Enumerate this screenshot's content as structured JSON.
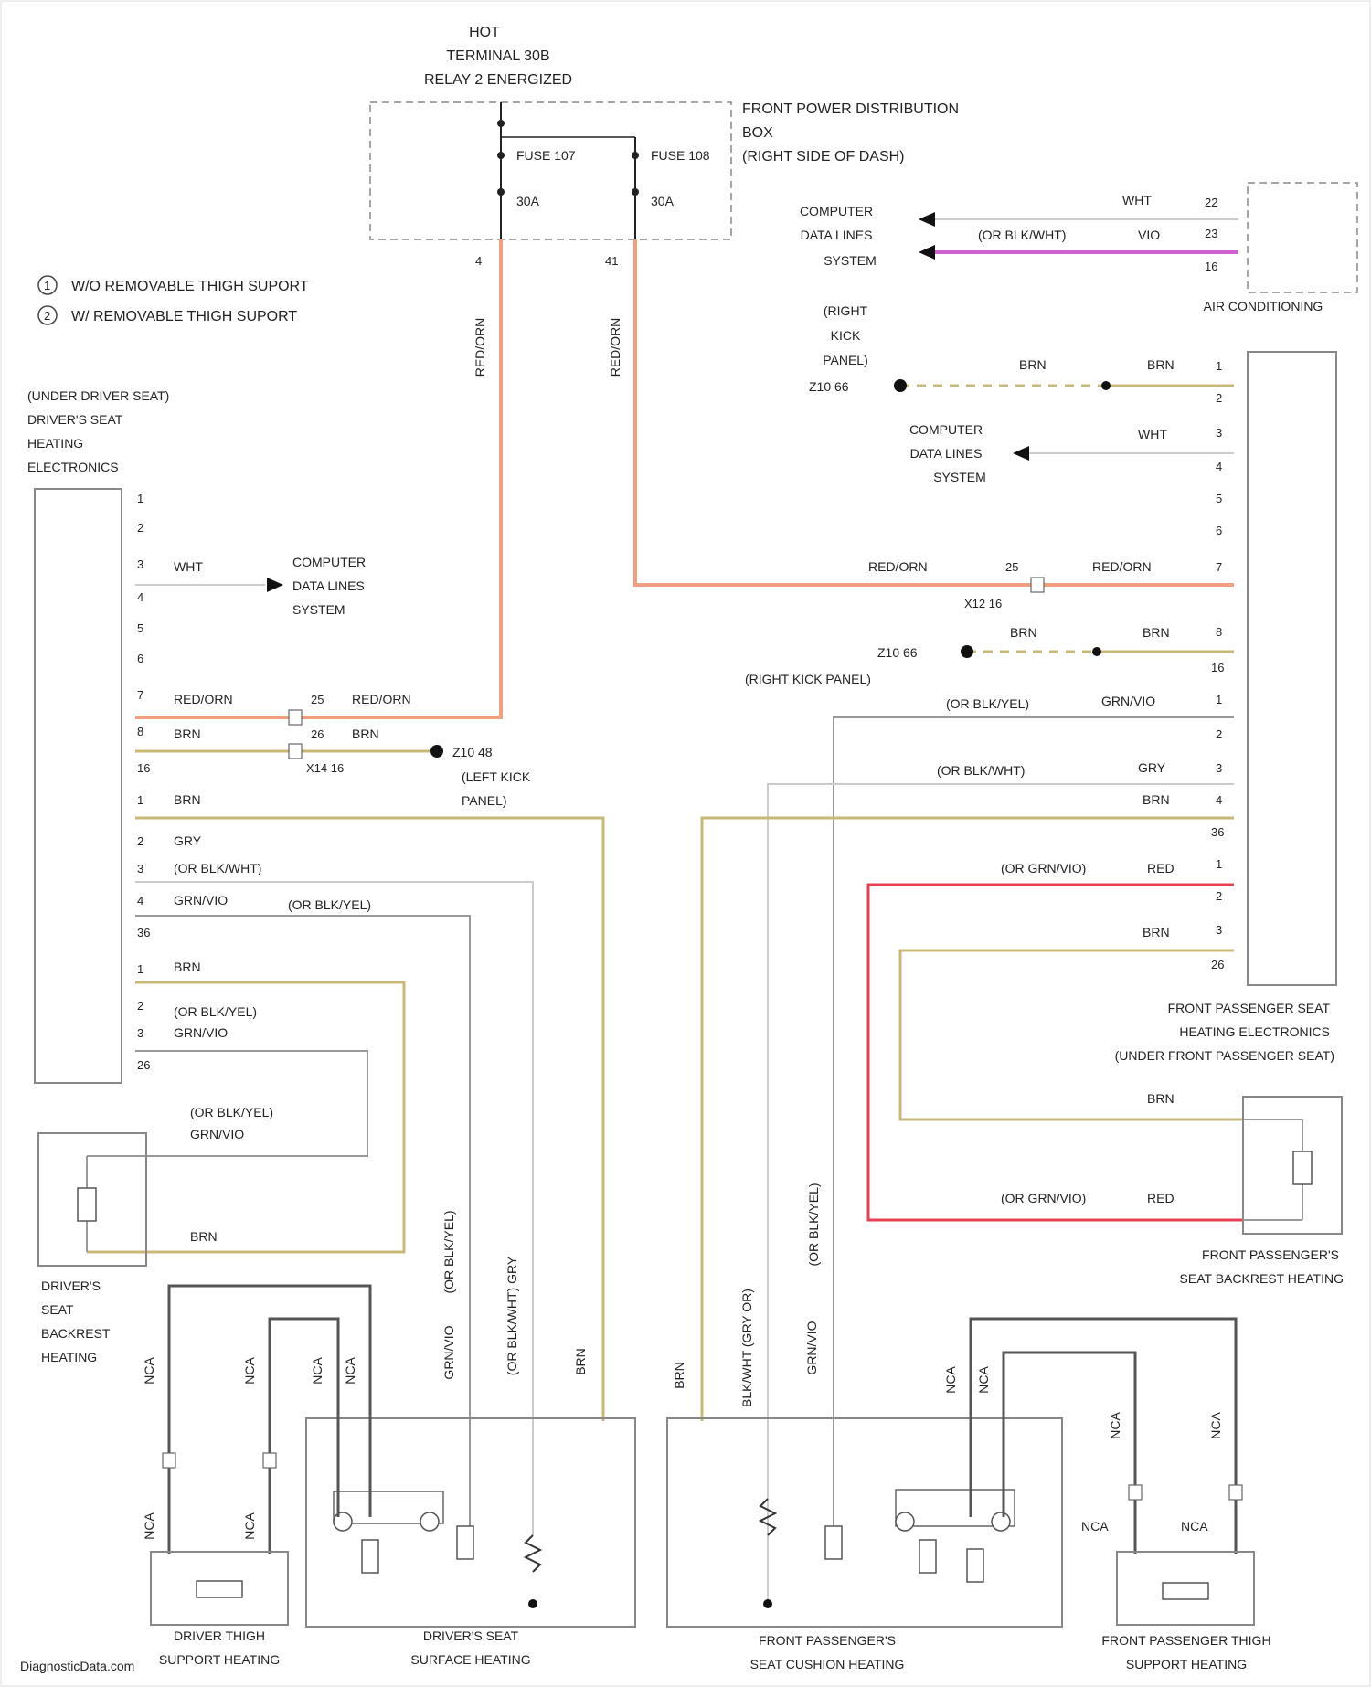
{
  "diagram": {
    "title_lines": [
      "HOT",
      "TERMINAL 30B",
      "RELAY 2 ENERGIZED"
    ],
    "power_box": {
      "name_lines": [
        "FRONT POWER DISTRIBUTION",
        "BOX",
        "(RIGHT SIDE OF DASH)"
      ],
      "fuse_a": "FUSE 107",
      "fuse_b": "FUSE 108",
      "amp_a": "30A",
      "amp_b": "30A",
      "pin_a": "4",
      "pin_b": "41"
    },
    "legend": {
      "item1": "W/O REMOVABLE THIGH SUPORT",
      "item2": "W/ REMOVABLE THIGH SUPORT",
      "mark1": "1",
      "mark2": "2"
    },
    "wire_colors": {
      "red_orn": "#f0a080",
      "brn": "#c8b878",
      "vio": "#d060d0",
      "red": "#e84050",
      "gry": "#999999",
      "nca": "#555555",
      "wht": "#cccccc",
      "frame": "#222222"
    },
    "labels": {
      "red_orn": "RED/ORN",
      "brn": "BRN",
      "wht": "WHT",
      "gry": "GRY",
      "vio": "VIO",
      "red": "RED",
      "grn_vio": "GRN/VIO",
      "or_blk_yel": "(OR BLK/YEL)",
      "or_blk_wht": "(OR BLK/WHT)",
      "or_grn_vio": "(OR GRN/VIO)",
      "nca": "NCA",
      "blk_wht_gry_or": "BLK/WHT (GRY OR)",
      "or_blk_wht_gry": "(OR BLK/WHT) GRY",
      "computer_data_lines": [
        "COMPUTER",
        "DATA LINES",
        "SYSTEM"
      ],
      "air_conditioning": "AIR CONDITIONING",
      "right_kick_panel_lines": [
        "(RIGHT",
        "KICK",
        "PANEL)"
      ],
      "z1066": "Z10 66",
      "z1048": "Z10 48",
      "left_kick_panel_lines": [
        "(LEFT KICK",
        "PANEL)"
      ],
      "right_kick_panel": "(RIGHT KICK PANEL)",
      "x1216": "X12 16",
      "x1416": "X14 16",
      "driver_module_lines": [
        "(UNDER DRIVER SEAT)",
        "DRIVER'S SEAT",
        "HEATING",
        "ELECTRONICS"
      ],
      "pass_module_lines": [
        "FRONT PASSENGER SEAT",
        "HEATING ELECTRONICS",
        "(UNDER FRONT PASSENGER SEAT)"
      ],
      "driver_backrest_lines": [
        "DRIVER'S",
        "SEAT",
        "BACKREST",
        "HEATING"
      ],
      "pass_backrest_lines": [
        "FRONT PASSENGER'S",
        "SEAT BACKREST HEATING"
      ],
      "driver_thigh_lines": [
        "DRIVER THIGH",
        "SUPPORT HEATING"
      ],
      "driver_surface_lines": [
        "DRIVER'S SEAT",
        "SURFACE HEATING"
      ],
      "pass_cushion_lines": [
        "FRONT PASSENGER'S",
        "SEAT CUSHION HEATING"
      ],
      "pass_thigh_lines": [
        "FRONT PASSENGER THIGH",
        "SUPPORT HEATING"
      ],
      "or_blk_wht_wht": "(OR BLK/WHT)",
      "watermark": "DiagnosticData.com"
    }
  }
}
